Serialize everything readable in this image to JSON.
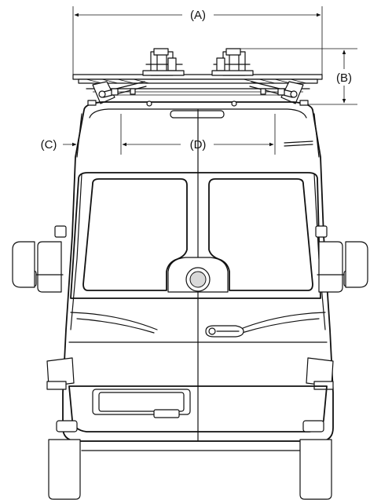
{
  "labels": {
    "a": "(A)",
    "b": "(B)",
    "c": "(C)",
    "d": "(D)"
  },
  "colors": {
    "line": "#111111",
    "background": "#ffffff"
  }
}
